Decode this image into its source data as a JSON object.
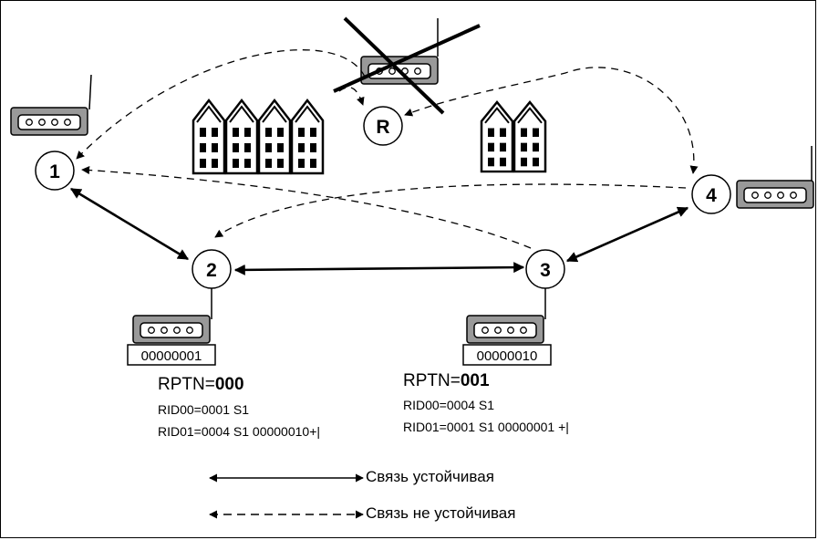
{
  "nodes": {
    "n1": "1",
    "n2": "2",
    "n3": "3",
    "n4": "4",
    "r": "R"
  },
  "addresses": {
    "node2": "00000001",
    "node3": "00000010"
  },
  "left_block": {
    "rptn_prefix": "RPTN=",
    "rptn_value": "000",
    "rid00": "RID00=0001 S1",
    "rid01": "RID01=0004 S1  00000010+|"
  },
  "right_block": {
    "rptn_prefix": "RPTN=",
    "rptn_value": "001",
    "rid00": "RID00=0004 S1",
    "rid01": "RID01=0001 S1 00000001 +|"
  },
  "legend": {
    "stable": "Связь устойчивая",
    "unstable": "Связь не устойчивая"
  },
  "colors": {
    "line": "#000000",
    "router_fill": "#999999",
    "router_panel": "#ffffff"
  },
  "icons": [
    "router-icon",
    "building-icon",
    "cross-icon"
  ]
}
